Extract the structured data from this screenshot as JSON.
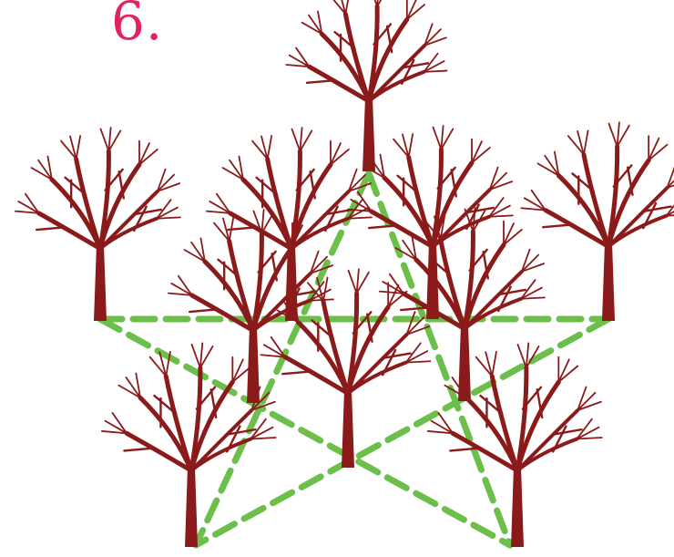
{
  "puzzle": {
    "number_label": "6.",
    "tree_count": 10,
    "line_count": 5,
    "colors": {
      "number": "#e0245e",
      "tree": "#8b1a1a",
      "dashed_line": "#6cbf4a"
    }
  }
}
